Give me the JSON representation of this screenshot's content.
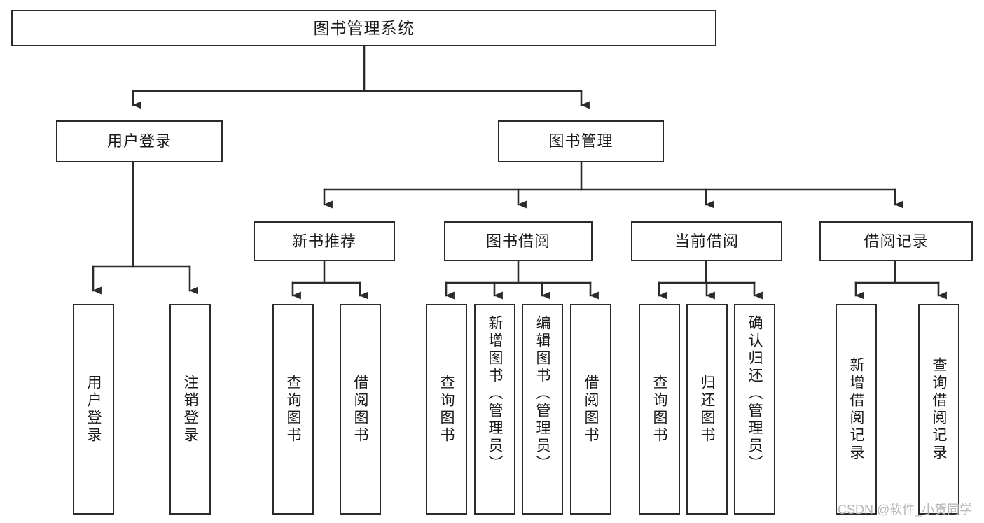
{
  "diagram": {
    "title": "图书管理系统",
    "type": "functional-structure-tree",
    "style": {
      "box_border_color": "#2b2b2b",
      "box_fill_color": "#ffffff",
      "edge_color": "#2b2b2b",
      "text_color": "#1a1a1a",
      "background": "#ffffff"
    },
    "watermark": "CSDN @软件_小贺同学"
  },
  "nodes": {
    "root": {
      "label": "图书管理系统"
    },
    "level1": [
      {
        "id": "user-login",
        "label": "用户登录"
      },
      {
        "id": "book-manage",
        "label": "图书管理"
      }
    ],
    "level2": [
      {
        "id": "new-book-recommend",
        "label": "新书推荐"
      },
      {
        "id": "book-borrow",
        "label": "图书借阅"
      },
      {
        "id": "current-borrow",
        "label": "当前借阅"
      },
      {
        "id": "borrow-record",
        "label": "借阅记录"
      }
    ],
    "leaves": {
      "user_login": [
        {
          "id": "leaf-user-login",
          "label": "用户登录"
        },
        {
          "id": "leaf-user-logout",
          "label": "注销登录"
        }
      ],
      "new_book_recommend": [
        {
          "id": "leaf-query-book-1",
          "label": "查询图书"
        },
        {
          "id": "leaf-borrow-book-1",
          "label": "借阅图书"
        }
      ],
      "book_borrow": [
        {
          "id": "leaf-query-book-2",
          "label": "查询图书"
        },
        {
          "id": "leaf-add-book",
          "label": "新增图书（管理员）"
        },
        {
          "id": "leaf-edit-book",
          "label": "编辑图书（管理员）"
        },
        {
          "id": "leaf-borrow-book-2",
          "label": "借阅图书"
        }
      ],
      "current_borrow": [
        {
          "id": "leaf-query-book-3",
          "label": "查询图书"
        },
        {
          "id": "leaf-return-book",
          "label": "归还图书"
        },
        {
          "id": "leaf-confirm-return",
          "label": "确认归还（管理员）"
        }
      ],
      "borrow_record": [
        {
          "id": "leaf-add-record",
          "label": "新增借阅记录"
        },
        {
          "id": "leaf-query-record",
          "label": "查询借阅记录"
        }
      ]
    }
  }
}
